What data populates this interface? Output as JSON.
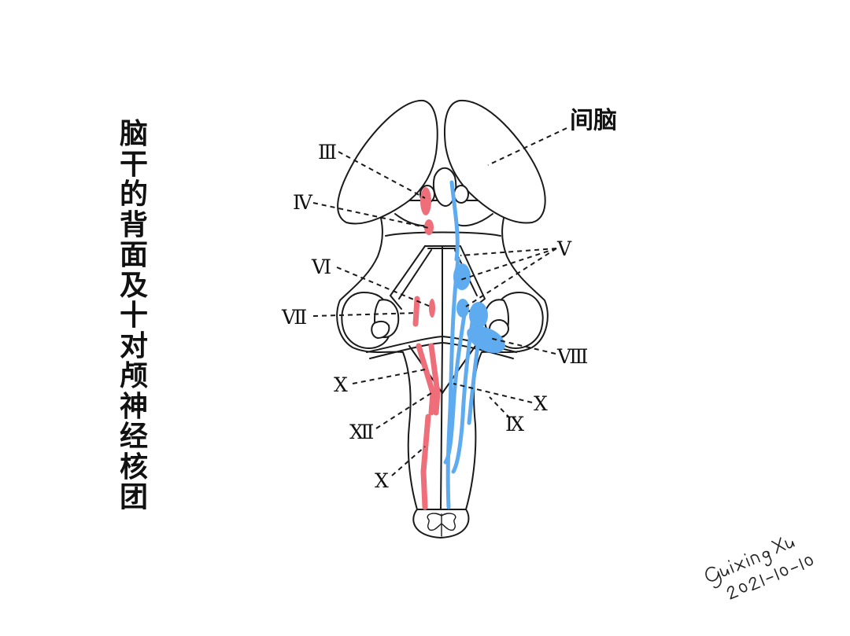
{
  "title": "脑干的背面及十对颅神经核团",
  "labels": {
    "diencephalon": "间脑",
    "III": "Ⅲ",
    "IV": "Ⅳ",
    "VI": "Ⅵ",
    "VII": "Ⅶ",
    "V": "Ⅴ",
    "VIII": "Ⅷ",
    "X_left_upper": "Ⅹ",
    "XII": "Ⅻ",
    "X_left_lower": "Ⅹ",
    "X_right": "Ⅹ",
    "IX": "Ⅸ"
  },
  "signature": {
    "name": "Guixing Xu",
    "date": "2021-10-10"
  },
  "colors": {
    "motor_nuclei": "#ee6e79",
    "sensory_nuclei": "#5fabef",
    "outline": "#1a1a1a"
  }
}
